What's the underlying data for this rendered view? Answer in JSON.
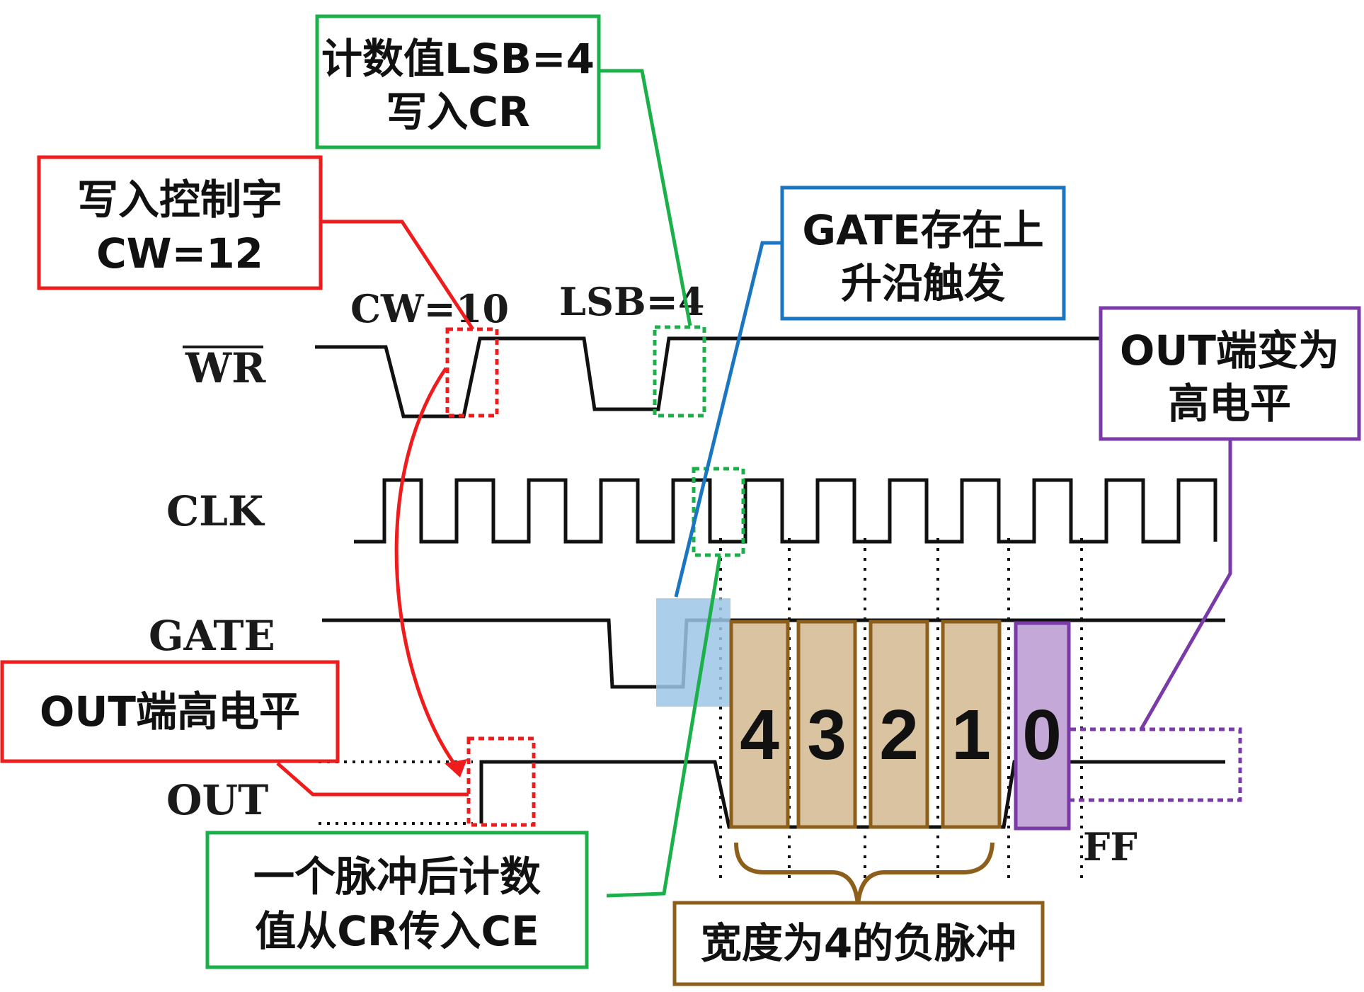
{
  "signals": {
    "wr": "WR",
    "clk": "CLK",
    "gate": "GATE",
    "out": "OUT"
  },
  "waveform_labels": {
    "cw": "CW=10",
    "lsb": "LSB=4",
    "ff": "FF"
  },
  "callouts": {
    "write_cr": [
      "计数值LSB=4",
      "写入CR"
    ],
    "write_cw": [
      "写入控制字",
      "CW=12"
    ],
    "gate_trigger": [
      "GATE存在上",
      "升沿触发"
    ],
    "out_high": [
      "OUT端变为",
      "高电平"
    ],
    "out_initial": [
      "OUT端高电平"
    ],
    "pulse_load": [
      "一个脉冲后计数",
      "值从CR传入CE"
    ],
    "neg_pulse": [
      "宽度为4的负脉冲"
    ]
  },
  "count_values": [
    "4",
    "3",
    "2",
    "1",
    "0"
  ],
  "colors": {
    "red": "#ee1c1c",
    "green": "#1bb04a",
    "blue": "#1a76c0",
    "purple": "#7a3aa8",
    "brown": "#8d5f1b",
    "brown_fill": "#d9c3a1",
    "purple_fill": "#c4a8d8",
    "gate_highlight": "#9cc6e7"
  }
}
